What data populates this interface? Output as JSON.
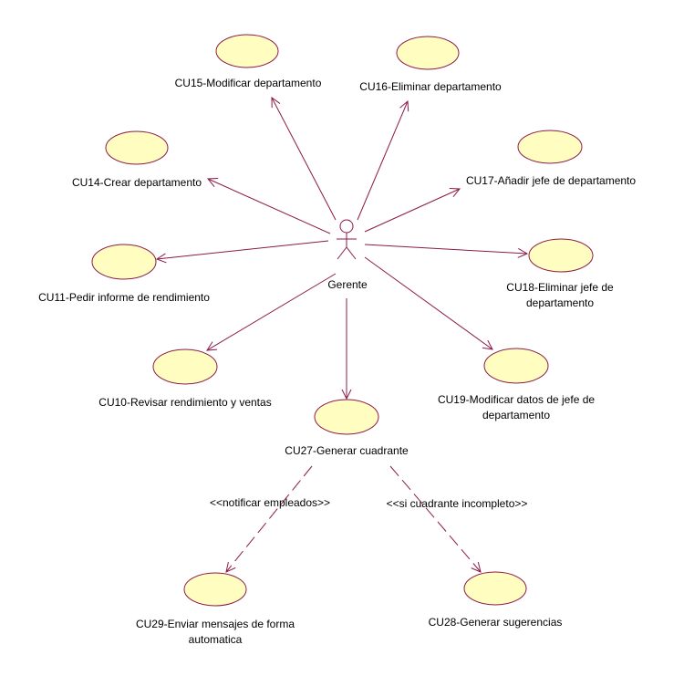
{
  "actor": {
    "name": "Gerente"
  },
  "use_cases": [
    {
      "id": "uc15",
      "label": "CU15-Modificar departamento"
    },
    {
      "id": "uc16",
      "label": "CU16-Eliminar departamento"
    },
    {
      "id": "uc14",
      "label": "CU14-Crear departamento"
    },
    {
      "id": "uc17",
      "label": "CU17-Añadir jefe de departamento"
    },
    {
      "id": "uc11",
      "label": "CU11-Pedir informe de rendimiento"
    },
    {
      "id": "uc18",
      "label_lines": [
        "CU18-Eliminar jefe de",
        "departamento"
      ]
    },
    {
      "id": "uc10",
      "label": "CU10-Revisar rendimiento y ventas"
    },
    {
      "id": "uc19",
      "label_lines": [
        "CU19-Modificar datos de jefe de",
        "departamento"
      ]
    },
    {
      "id": "uc27",
      "label": "CU27-Generar cuadrante"
    },
    {
      "id": "uc29",
      "label_lines": [
        "CU29-Enviar mensajes de forma",
        "automatica"
      ]
    },
    {
      "id": "uc28",
      "label": "CU28-Generar sugerencias"
    }
  ],
  "dependencies": [
    {
      "from": "uc27",
      "to": "uc29",
      "stereotype": "<<notificar empleados>>"
    },
    {
      "from": "uc27",
      "to": "uc28",
      "stereotype": "<<si cuadrante incompleto>>"
    }
  ],
  "colors": {
    "line": "#8b1a4a",
    "ellipse_fill": "#fffdbf",
    "text": "#000000"
  }
}
